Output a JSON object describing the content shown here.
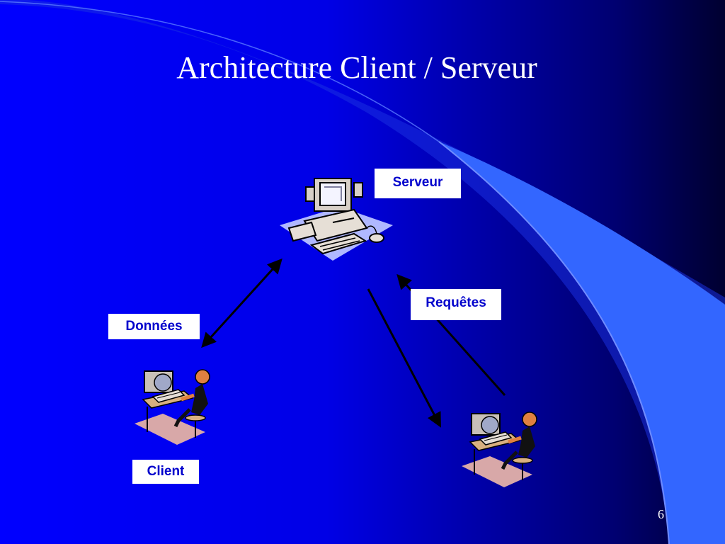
{
  "slide": {
    "title": "Architecture Client / Serveur",
    "page_number": "6"
  },
  "labels": {
    "server": "Serveur",
    "requests": "Requêtes",
    "data": "Données",
    "client": "Client"
  },
  "colors": {
    "background": "#0000e6",
    "accent_swoosh": "#3366ff",
    "label_text": "#0000cc",
    "label_bg": "#ffffff",
    "arrow": "#000000"
  },
  "icons": [
    "server-computer-icon",
    "client-workstation-icon",
    "client-workstation-icon"
  ]
}
